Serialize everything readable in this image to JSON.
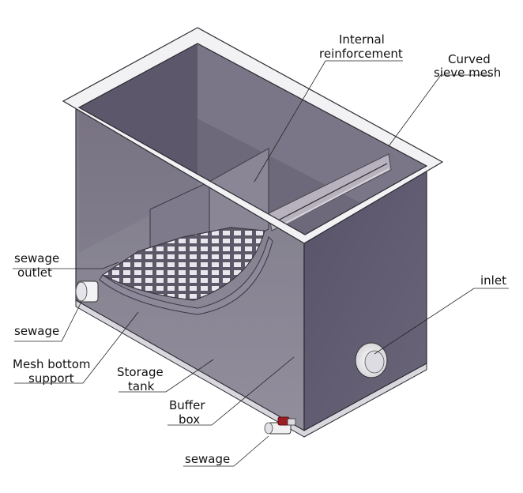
{
  "labels": {
    "internal_reinforcement": [
      "Internal",
      "reinforcement"
    ],
    "curved_sieve_mesh": [
      "Curved",
      "sieve mesh"
    ],
    "sewage_outlet": [
      "sewage",
      "outlet"
    ],
    "inlet": "inlet",
    "sewage_left": "sewage",
    "mesh_bottom_support": [
      "Mesh bottom",
      "support"
    ],
    "storage_tank": [
      "Storage",
      "tank"
    ],
    "buffer_box": [
      "Buffer",
      "box"
    ],
    "sewage_bottom": "sewage"
  },
  "colors": {
    "tank_front": "#6b6676",
    "tank_side": "#5f5a6a",
    "tank_inner_back": "#716c7d",
    "rim": "#f1f1f3",
    "pipe": "#f4f4f4",
    "valve_handle": "#9b1c22"
  }
}
